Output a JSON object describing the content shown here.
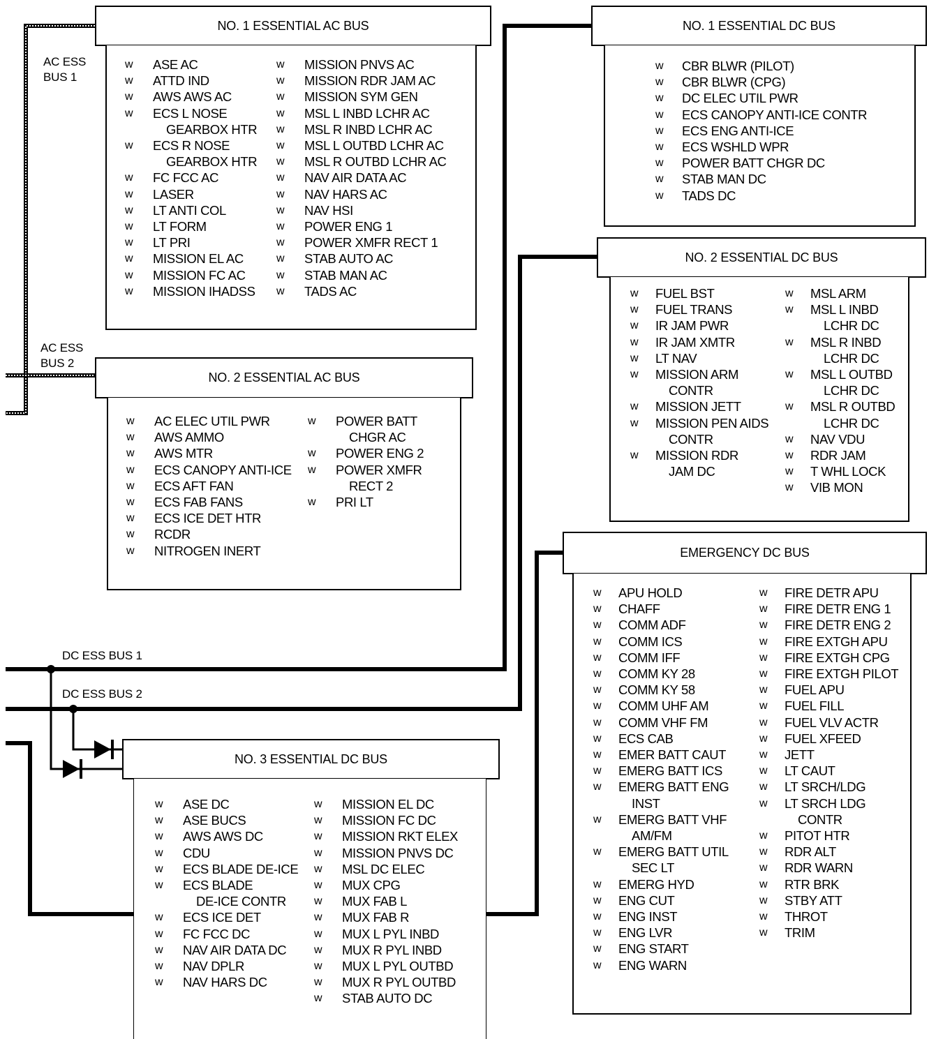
{
  "marker": "w",
  "wire_labels": {
    "ac_ess_bus_1": [
      "AC ESS",
      "BUS 1"
    ],
    "ac_ess_bus_2": [
      "AC ESS",
      "BUS 2"
    ],
    "dc_ess_bus_1": "DC ESS BUS 1",
    "dc_ess_bus_2": "DC ESS BUS 2"
  },
  "buses": {
    "ac1": {
      "title": "NO. 1 ESSENTIAL AC BUS",
      "columns": [
        [
          [
            "ASE AC"
          ],
          [
            "ATTD IND"
          ],
          [
            "AWS AWS AC"
          ],
          [
            "ECS L NOSE",
            "GEARBOX HTR"
          ],
          [
            "ECS R NOSE",
            "GEARBOX HTR"
          ],
          [
            "FC FCC AC"
          ],
          [
            "LASER"
          ],
          [
            "LT ANTI COL"
          ],
          [
            "LT FORM"
          ],
          [
            "LT PRI"
          ],
          [
            "MISSION EL AC"
          ],
          [
            "MISSION FC AC"
          ],
          [
            "MISSION IHADSS"
          ]
        ],
        [
          [
            "MISSION PNVS AC"
          ],
          [
            "MISSION RDR JAM AC"
          ],
          [
            "MISSION SYM GEN"
          ],
          [
            "MSL L INBD LCHR AC"
          ],
          [
            "MSL R INBD LCHR AC"
          ],
          [
            "MSL L OUTBD LCHR AC"
          ],
          [
            "MSL R OUTBD LCHR AC"
          ],
          [
            "NAV AIR DATA AC"
          ],
          [
            "NAV HARS AC"
          ],
          [
            "NAV HSI"
          ],
          [
            "POWER ENG 1"
          ],
          [
            "POWER XMFR RECT 1"
          ],
          [
            "STAB AUTO AC"
          ],
          [
            "STAB MAN AC"
          ],
          [
            "TADS AC"
          ]
        ]
      ]
    },
    "ac2": {
      "title": "NO. 2 ESSENTIAL AC BUS",
      "columns": [
        [
          [
            "AC ELEC UTIL PWR"
          ],
          [
            "AWS AMMO"
          ],
          [
            "AWS MTR"
          ],
          [
            "ECS CANOPY ANTI-ICE"
          ],
          [
            "ECS AFT FAN"
          ],
          [
            "ECS FAB FANS"
          ],
          [
            "ECS ICE DET HTR"
          ],
          [
            "RCDR"
          ],
          [
            "NITROGEN INERT"
          ]
        ],
        [
          [
            "POWER BATT",
            "CHGR AC"
          ],
          [
            "POWER ENG 2"
          ],
          [
            "POWER XMFR",
            "RECT 2"
          ],
          [
            "PRI LT"
          ]
        ]
      ]
    },
    "dc1": {
      "title": "NO. 1 ESSENTIAL DC BUS",
      "columns": [
        [
          [
            "CBR BLWR (PILOT)"
          ],
          [
            "CBR BLWR (CPG)"
          ],
          [
            "DC ELEC UTIL PWR"
          ],
          [
            "ECS CANOPY ANTI-ICE CONTR"
          ],
          [
            "ECS ENG ANTI-ICE"
          ],
          [
            "ECS WSHLD WPR"
          ],
          [
            "POWER BATT CHGR DC"
          ],
          [
            "STAB MAN DC"
          ],
          [
            "TADS DC"
          ]
        ]
      ]
    },
    "dc2": {
      "title": "NO. 2 ESSENTIAL DC BUS",
      "columns": [
        [
          [
            "FUEL BST"
          ],
          [
            "FUEL TRANS"
          ],
          [
            "IR JAM PWR"
          ],
          [
            "IR JAM XMTR"
          ],
          [
            "LT NAV"
          ],
          [
            "MISSION ARM",
            "CONTR"
          ],
          [
            "MISSION JETT"
          ],
          [
            "MISSION PEN AIDS",
            "CONTR"
          ],
          [
            "MISSION RDR",
            "JAM DC"
          ]
        ],
        [
          [
            "MSL ARM"
          ],
          [
            "MSL L INBD",
            "LCHR DC"
          ],
          [
            "MSL R INBD",
            "LCHR DC"
          ],
          [
            "MSL L OUTBD",
            "LCHR DC"
          ],
          [
            "MSL R OUTBD",
            "LCHR DC"
          ],
          [
            "NAV VDU"
          ],
          [
            "RDR JAM"
          ],
          [
            "T WHL LOCK"
          ],
          [
            "VIB MON"
          ]
        ]
      ]
    },
    "emer": {
      "title": "EMERGENCY DC BUS",
      "columns": [
        [
          [
            "APU HOLD"
          ],
          [
            "CHAFF"
          ],
          [
            "COMM ADF"
          ],
          [
            "COMM ICS"
          ],
          [
            "COMM IFF"
          ],
          [
            "COMM KY 28"
          ],
          [
            "COMM KY 58"
          ],
          [
            "COMM UHF AM"
          ],
          [
            "COMM VHF FM"
          ],
          [
            "ECS CAB"
          ],
          [
            "EMER BATT CAUT"
          ],
          [
            "EMERG BATT ICS"
          ],
          [
            "EMERG BATT ENG",
            "INST"
          ],
          [
            "EMERG BATT VHF",
            "AM/FM"
          ],
          [
            "EMERG BATT UTIL",
            "SEC LT"
          ],
          [
            "EMERG HYD"
          ],
          [
            "ENG CUT"
          ],
          [
            "ENG INST"
          ],
          [
            "ENG LVR"
          ],
          [
            "ENG START"
          ],
          [
            "ENG WARN"
          ]
        ],
        [
          [
            "FIRE DETR APU"
          ],
          [
            "FIRE DETR ENG 1"
          ],
          [
            "FIRE DETR ENG 2"
          ],
          [
            "FIRE EXTGH APU"
          ],
          [
            "FIRE EXTGH CPG"
          ],
          [
            "FIRE EXTGH PILOT"
          ],
          [
            "FUEL APU"
          ],
          [
            "FUEL FILL"
          ],
          [
            "FUEL VLV ACTR"
          ],
          [
            "FUEL XFEED"
          ],
          [
            "JETT"
          ],
          [
            "LT CAUT"
          ],
          [
            "LT SRCH/LDG"
          ],
          [
            "LT SRCH LDG",
            "CONTR"
          ],
          [
            "PITOT HTR"
          ],
          [
            "RDR ALT"
          ],
          [
            "RDR WARN"
          ],
          [
            "RTR BRK"
          ],
          [
            "STBY ATT"
          ],
          [
            "THROT"
          ],
          [
            "TRIM"
          ]
        ]
      ]
    },
    "dc3": {
      "title": "NO. 3 ESSENTIAL DC BUS",
      "columns": [
        [
          [
            "ASE DC"
          ],
          [
            "ASE BUCS"
          ],
          [
            "AWS AWS DC"
          ],
          [
            "CDU"
          ],
          [
            "ECS BLADE DE-ICE"
          ],
          [
            "ECS BLADE",
            "DE-ICE CONTR"
          ],
          [
            "ECS ICE DET"
          ],
          [
            "FC FCC DC"
          ],
          [
            "NAV AIR DATA DC"
          ],
          [
            "NAV DPLR"
          ],
          [
            "NAV HARS DC"
          ]
        ],
        [
          [
            "MISSION EL DC"
          ],
          [
            "MISSION FC DC"
          ],
          [
            "MISSION RKT ELEX"
          ],
          [
            "MISSION PNVS DC"
          ],
          [
            "MSL DC ELEC"
          ],
          [
            "MUX CPG"
          ],
          [
            "MUX FAB L"
          ],
          [
            "MUX FAB R"
          ],
          [
            "MUX L PYL INBD"
          ],
          [
            "MUX R PYL INBD"
          ],
          [
            "MUX L PYL OUTBD"
          ],
          [
            "MUX R PYL OUTBD"
          ],
          [
            "STAB AUTO DC"
          ]
        ]
      ]
    }
  }
}
